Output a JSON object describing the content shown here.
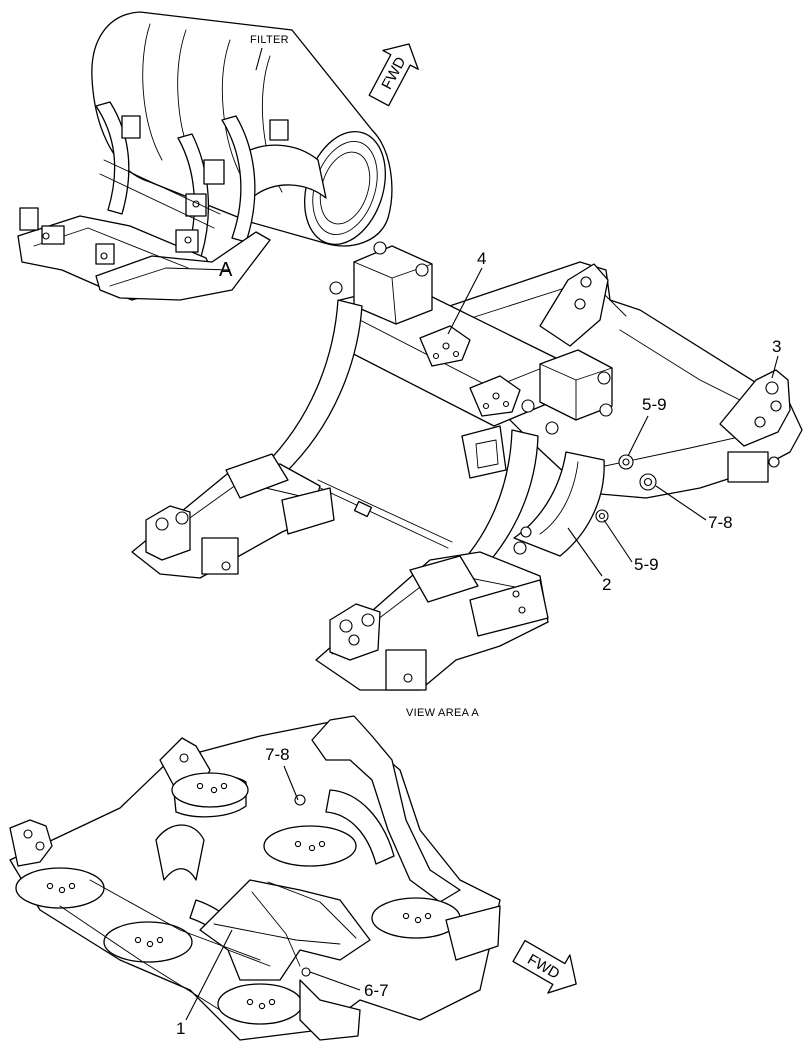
{
  "labels": {
    "filter": "FILTER",
    "view_marker": "A",
    "view_caption": "VIEW AREA  A",
    "fwd_top": "FWD",
    "fwd_bottom": "FWD"
  },
  "callouts": {
    "c1": "1",
    "c2": "2",
    "c3": "3",
    "c4": "4",
    "c5_9_upper": "5-9",
    "c5_9_lower": "5-9",
    "c7_8_right": "7-8",
    "c7_8_bottom": "7-8",
    "c6_7": "6-7"
  }
}
